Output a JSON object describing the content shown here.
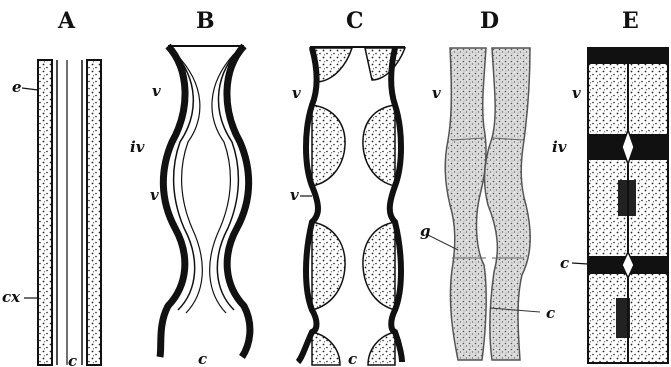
{
  "figure": {
    "panels": [
      {
        "id": "A",
        "letter": "A",
        "labels": {
          "top": "e",
          "mid": "cx",
          "bottom": "c"
        }
      },
      {
        "id": "B",
        "letter": "B",
        "labels": {
          "v1": "v",
          "iv": "iv",
          "v2": "v",
          "bottom": "c"
        }
      },
      {
        "id": "C",
        "letter": "C",
        "labels": {
          "v1": "v",
          "v2": "v",
          "bottom": "c"
        }
      },
      {
        "id": "D",
        "letter": "D",
        "labels": {
          "v": "v",
          "g": "g",
          "c": "c"
        }
      },
      {
        "id": "E",
        "letter": "E",
        "labels": {
          "v": "v",
          "iv": "iv",
          "c": "c"
        }
      }
    ]
  },
  "colors": {
    "ink": "#111111",
    "paper": "#ffffff",
    "stipple": "#2a2a2a",
    "wash": "#d7d7d7"
  }
}
